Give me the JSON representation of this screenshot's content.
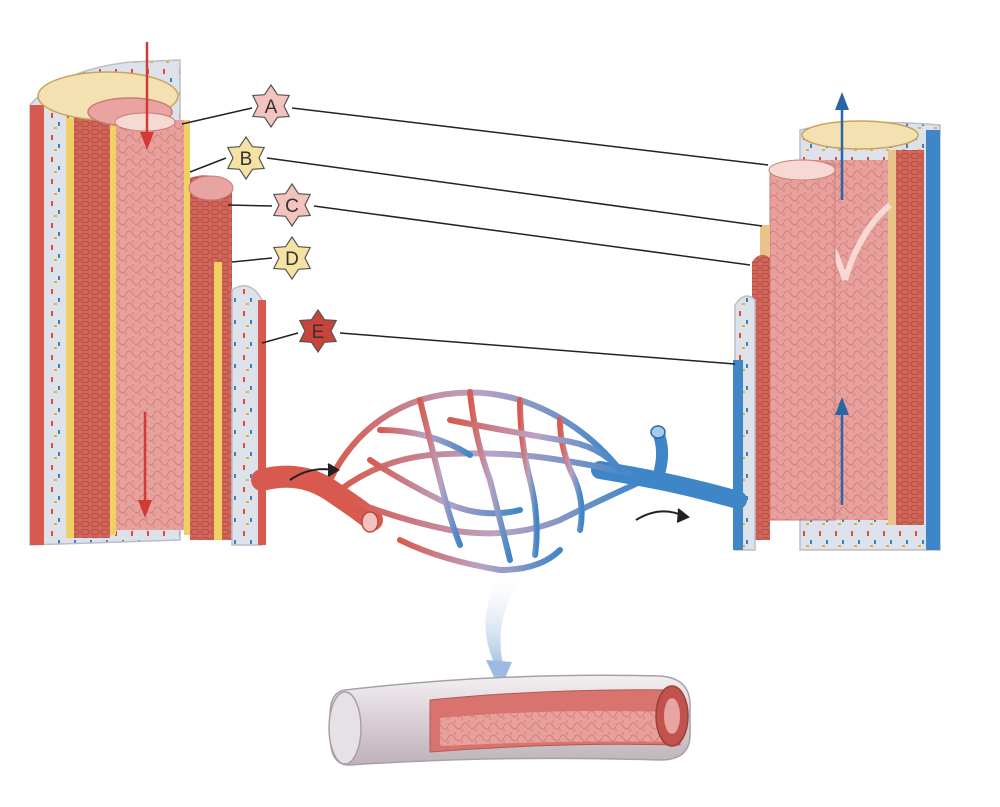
{
  "labels": [
    {
      "id": "A",
      "text": "A",
      "color": "#f2c4bd"
    },
    {
      "id": "B",
      "text": "B",
      "color": "#f6e2a3"
    },
    {
      "id": "C",
      "text": "C",
      "color": "#f2c4bd"
    },
    {
      "id": "D",
      "text": "D",
      "color": "#f6e2a3"
    },
    {
      "id": "E",
      "text": "E",
      "color": "#c9433b"
    }
  ],
  "colors": {
    "artery": "#d85a4e",
    "vein": "#3f86c8",
    "intima": "#e9a3a0",
    "media": "#d86b5c",
    "elastic": "#f0cf63",
    "adventitia": "#dfe3ea",
    "arrow_red": "#d23b35",
    "arrow_blue": "#2c64a8"
  },
  "icons": [
    "flow-arrow-down-icon",
    "flow-arrow-up-icon",
    "curved-flow-arrow-icon"
  ]
}
